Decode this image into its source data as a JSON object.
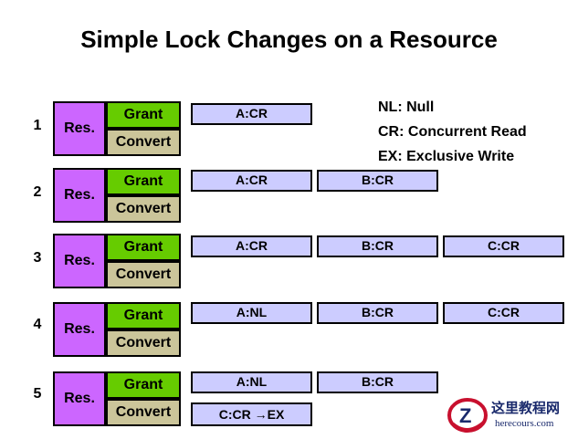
{
  "title": "Simple Lock Changes on a Resource",
  "legend": [
    "NL: Null",
    "CR: Concurrent Read",
    "EX: Exclusive Write"
  ],
  "labels": {
    "res": "Res.",
    "grant": "Grant",
    "convert": "Convert"
  },
  "rows": [
    {
      "num": "1",
      "granted": [
        "A:CR"
      ],
      "convert": ""
    },
    {
      "num": "2",
      "granted": [
        "A:CR",
        "B:CR"
      ],
      "convert": ""
    },
    {
      "num": "3",
      "granted": [
        "A:CR",
        "B:CR",
        "C:CR"
      ],
      "convert": ""
    },
    {
      "num": "4",
      "granted": [
        "A:NL",
        "B:CR",
        "C:CR"
      ],
      "convert": ""
    },
    {
      "num": "5",
      "granted": [
        "A:NL",
        "B:CR"
      ],
      "convert": "C:CR →EX"
    }
  ],
  "watermark": {
    "name": "这里教程网",
    "url": "herecours.com"
  },
  "colors": {
    "res": "#cc66ff",
    "grant": "#66cc00",
    "convert": "#cbc59a",
    "lock": "#ccccff"
  }
}
